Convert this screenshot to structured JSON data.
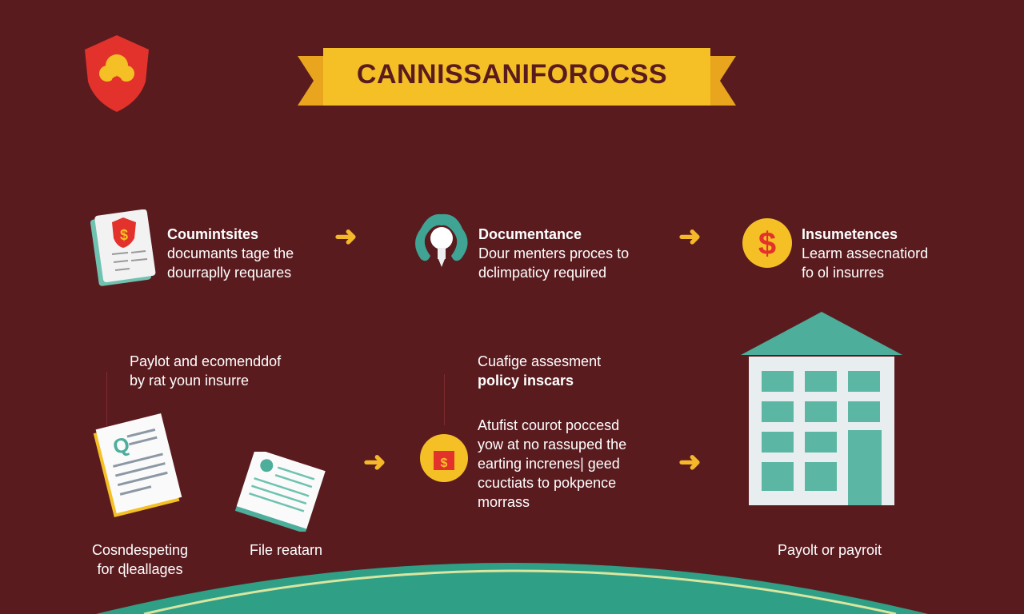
{
  "banner": {
    "title": "CANNISSANIFOROCSS"
  },
  "colors": {
    "background": "#5a1b1f",
    "accent": "#f5c026",
    "teal": "#4dae9b",
    "red": "#e2322b"
  },
  "top_row": [
    {
      "title": "Coumintsites",
      "lines": [
        "documants tage the",
        "dourraplly requares"
      ],
      "icon": "document-icon"
    },
    {
      "title": "Documentance",
      "lines": [
        "Dour menters proces to",
        "dclimpaticy required"
      ],
      "icon": "lightbulb-icon"
    },
    {
      "title": "Insumetences",
      "lines": [
        "Learm assecnatiord",
        "fo ol insurres"
      ],
      "icon": "dollar-coin-icon"
    }
  ],
  "middle": {
    "left": [
      "Paylot and ecomenddof",
      "by rat youn insurre"
    ],
    "center": [
      "Cuafige assesment",
      "policy inscars"
    ],
    "detail": [
      "Atufist courot poccesd",
      "yow at no rassuped the",
      "earting increnes| geed",
      "ccuctiats to pokpence",
      "morrass"
    ]
  },
  "bottom_labels": {
    "left": [
      "Cosndespeting",
      "for ɖleallages"
    ],
    "file": "File reatarn",
    "payout": "Payolt or payroit"
  }
}
